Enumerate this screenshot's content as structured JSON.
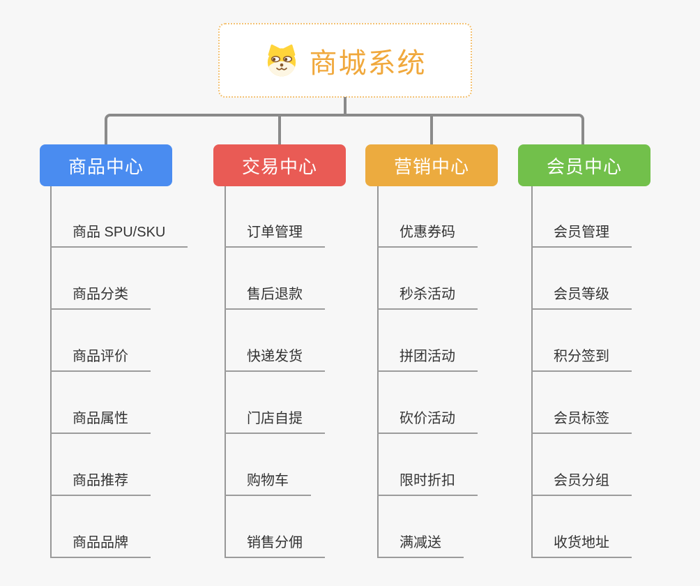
{
  "root": {
    "title": "商城系统",
    "icon": "shiba-dog-icon"
  },
  "colors": {
    "background": "#f7f7f7",
    "root_title": "#f0a83c",
    "root_border": "#f3c172",
    "connector": "#8a8a8a",
    "leaf_text": "#333333",
    "branch_product": "#4a8cf0",
    "branch_trade": "#e95b55",
    "branch_marketing": "#ecab3f",
    "branch_member": "#72c04b"
  },
  "branches": [
    {
      "label": "商品中心",
      "color": "#4a8cf0",
      "children": [
        "商品 SPU/SKU",
        "商品分类",
        "商品评价",
        "商品属性",
        "商品推荐",
        "商品品牌"
      ]
    },
    {
      "label": "交易中心",
      "color": "#e95b55",
      "children": [
        "订单管理",
        "售后退款",
        "快递发货",
        "门店自提",
        "购物车",
        "销售分佣"
      ]
    },
    {
      "label": "营销中心",
      "color": "#ecab3f",
      "children": [
        "优惠券码",
        "秒杀活动",
        "拼团活动",
        "砍价活动",
        "限时折扣",
        "满减送"
      ]
    },
    {
      "label": "会员中心",
      "color": "#72c04b",
      "children": [
        "会员管理",
        "会员等级",
        "积分签到",
        "会员标签",
        "会员分组",
        "收货地址"
      ]
    }
  ]
}
